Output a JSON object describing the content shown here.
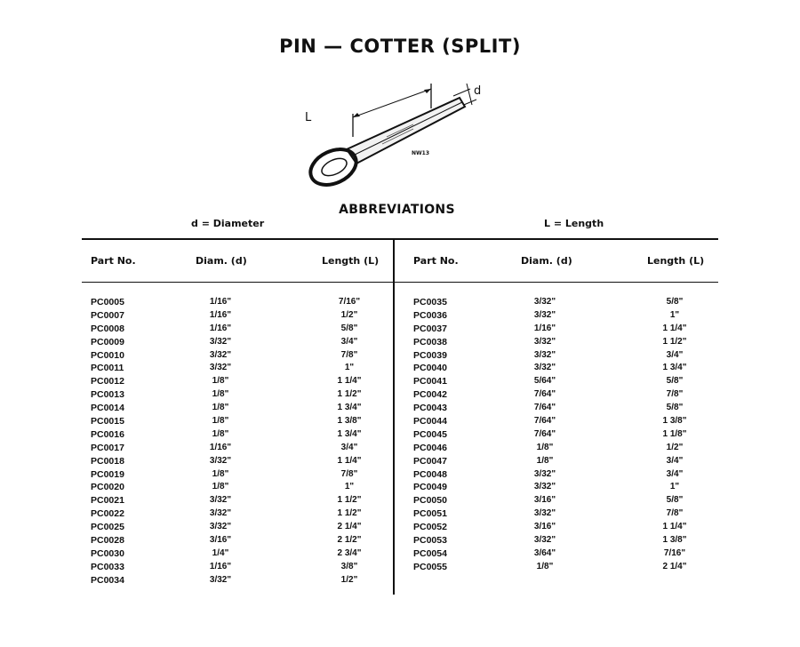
{
  "title": "PIN — COTTER (SPLIT)",
  "figure": {
    "label_l": "L",
    "label_d": "d",
    "code": "NW13"
  },
  "abbreviations": {
    "heading": "ABBREVIATIONS",
    "diameter": "d = Diameter",
    "length": "L = Length"
  },
  "columns": {
    "part": "Part No.",
    "diam": "Diam. (d)",
    "length": "Length (L)"
  },
  "left_rows": [
    {
      "part": "PC0005",
      "diam": "1/16\"",
      "length": "7/16\""
    },
    {
      "part": "PC0007",
      "diam": "1/16\"",
      "length": "1/2\""
    },
    {
      "part": "PC0008",
      "diam": "1/16\"",
      "length": "5/8\""
    },
    {
      "part": "PC0009",
      "diam": "3/32\"",
      "length": "3/4\""
    },
    {
      "part": "PC0010",
      "diam": "3/32\"",
      "length": "7/8\""
    },
    {
      "part": "PC0011",
      "diam": "3/32\"",
      "length": "1\""
    },
    {
      "part": "PC0012",
      "diam": "1/8\"",
      "length": "1 1/4\""
    },
    {
      "part": "PC0013",
      "diam": "1/8\"",
      "length": "1 1/2\""
    },
    {
      "part": "PC0014",
      "diam": "1/8\"",
      "length": "1 3/4\""
    },
    {
      "part": "PC0015",
      "diam": "1/8\"",
      "length": "1 3/8\""
    },
    {
      "part": "PC0016",
      "diam": "1/8\"",
      "length": "1 3/4\""
    },
    {
      "part": "PC0017",
      "diam": "1/16\"",
      "length": "3/4\""
    },
    {
      "part": "PC0018",
      "diam": "3/32\"",
      "length": "1 1/4\""
    },
    {
      "part": "PC0019",
      "diam": "1/8\"",
      "length": "7/8\""
    },
    {
      "part": "PC0020",
      "diam": "1/8\"",
      "length": "1\""
    },
    {
      "part": "PC0021",
      "diam": "3/32\"",
      "length": "1 1/2\""
    },
    {
      "part": "PC0022",
      "diam": "3/32\"",
      "length": "1 1/2\""
    },
    {
      "part": "PC0025",
      "diam": "3/32\"",
      "length": "2 1/4\""
    },
    {
      "part": "PC0028",
      "diam": "3/16\"",
      "length": "2 1/2\""
    },
    {
      "part": "PC0030",
      "diam": "1/4\"",
      "length": "2 3/4\""
    },
    {
      "part": "PC0033",
      "diam": "1/16\"",
      "length": "3/8\""
    },
    {
      "part": "PC0034",
      "diam": "3/32\"",
      "length": "1/2\""
    }
  ],
  "right_rows": [
    {
      "part": "PC0035",
      "diam": "3/32\"",
      "length": "5/8\""
    },
    {
      "part": "PC0036",
      "diam": "3/32\"",
      "length": "1\""
    },
    {
      "part": "PC0037",
      "diam": "1/16\"",
      "length": "1 1/4\""
    },
    {
      "part": "PC0038",
      "diam": "3/32\"",
      "length": "1 1/2\""
    },
    {
      "part": "PC0039",
      "diam": "3/32\"",
      "length": "3/4\""
    },
    {
      "part": "PC0040",
      "diam": "3/32\"",
      "length": "1 3/4\""
    },
    {
      "part": "PC0041",
      "diam": "5/64\"",
      "length": "5/8\""
    },
    {
      "part": "PC0042",
      "diam": "7/64\"",
      "length": "7/8\""
    },
    {
      "part": "PC0043",
      "diam": "7/64\"",
      "length": "5/8\""
    },
    {
      "part": "PC0044",
      "diam": "7/64\"",
      "length": "1 3/8\""
    },
    {
      "part": "PC0045",
      "diam": "7/64\"",
      "length": "1 1/8\""
    },
    {
      "part": "PC0046",
      "diam": "1/8\"",
      "length": "1/2\""
    },
    {
      "part": "PC0047",
      "diam": "1/8\"",
      "length": "3/4\""
    },
    {
      "part": "PC0048",
      "diam": "3/32\"",
      "length": "3/4\""
    },
    {
      "part": "PC0049",
      "diam": "3/32\"",
      "length": "1\""
    },
    {
      "part": "PC0050",
      "diam": "3/16\"",
      "length": "5/8\""
    },
    {
      "part": "PC0051",
      "diam": "3/32\"",
      "length": "7/8\""
    },
    {
      "part": "PC0052",
      "diam": "3/16\"",
      "length": "1 1/4\""
    },
    {
      "part": "PC0053",
      "diam": "3/32\"",
      "length": "1 3/8\""
    },
    {
      "part": "PC0054",
      "diam": "3/64\"",
      "length": "7/16\""
    },
    {
      "part": "PC0055",
      "diam": "1/8\"",
      "length": "2 1/4\""
    }
  ]
}
